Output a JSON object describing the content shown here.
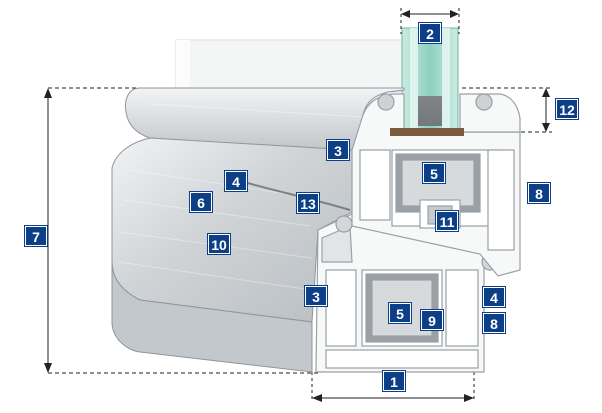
{
  "colors": {
    "badge_bg": "#0d3f86",
    "badge_text": "#ffffff",
    "dimension_line": "#222222",
    "profile_fill": "#d2d5d8",
    "profile_light": "#eef0f2",
    "profile_dark": "#9ea4aa",
    "pvc_white": "#f7f8f8",
    "glass": "#9fd6c8",
    "seal": "#3a3a3a",
    "reinforcement": "#8c8f92"
  },
  "labels": {
    "b1": "1",
    "b2": "2",
    "b3a": "3",
    "b3b": "3",
    "b4a": "4",
    "b4b": "4",
    "b5a": "5",
    "b5b": "5",
    "b6": "6",
    "b7": "7",
    "b8a": "8",
    "b8b": "8",
    "b9": "9",
    "b10": "10",
    "b11": "11",
    "b12": "12",
    "b13": "13"
  }
}
